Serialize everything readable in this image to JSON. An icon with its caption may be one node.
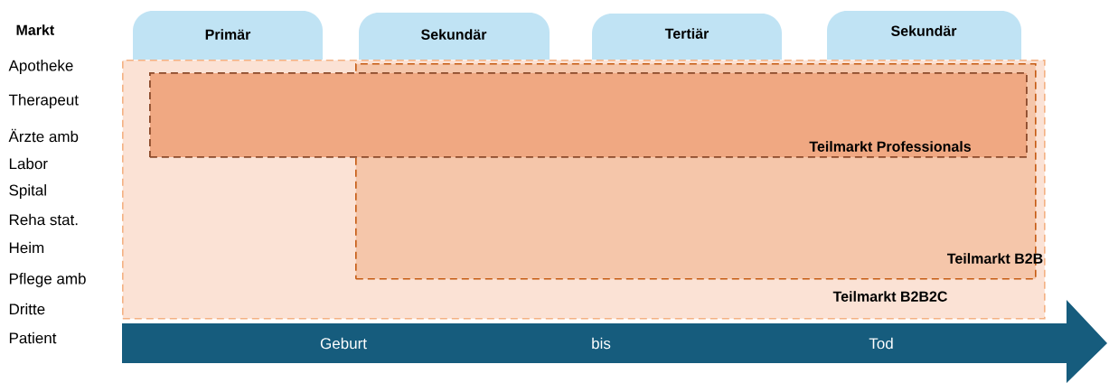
{
  "diagram": {
    "nodes": [
      {
        "text": [
          "Primär"
        ]
      },
      {
        "text": [
          "Sekundär"
        ]
      },
      {
        "text": [
          "Tertiär"
        ]
      },
      {
        "text": [
          "Sekundär"
        ]
      },
      {
        "text": [
          "Teilmarkt B2B2C"
        ]
      },
      {
        "text": [
          "Teilmarkt Professionals"
        ],
        "in": 4
      },
      {
        "text": [
          "Teilmarkt B2B"
        ],
        "in": 4
      },
      {
        "text": [
          "Geburt",
          "bis",
          "Tod"
        ]
      }
    ],
    "edges": [],
    "labels": [
      "Markt",
      "Apotheke",
      "Therapeut",
      "Ärzte amb",
      "Labor",
      "Spital",
      "Reha stat.",
      "Heim",
      "Pflege amb",
      "Dritte",
      "Patient"
    ]
  }
}
